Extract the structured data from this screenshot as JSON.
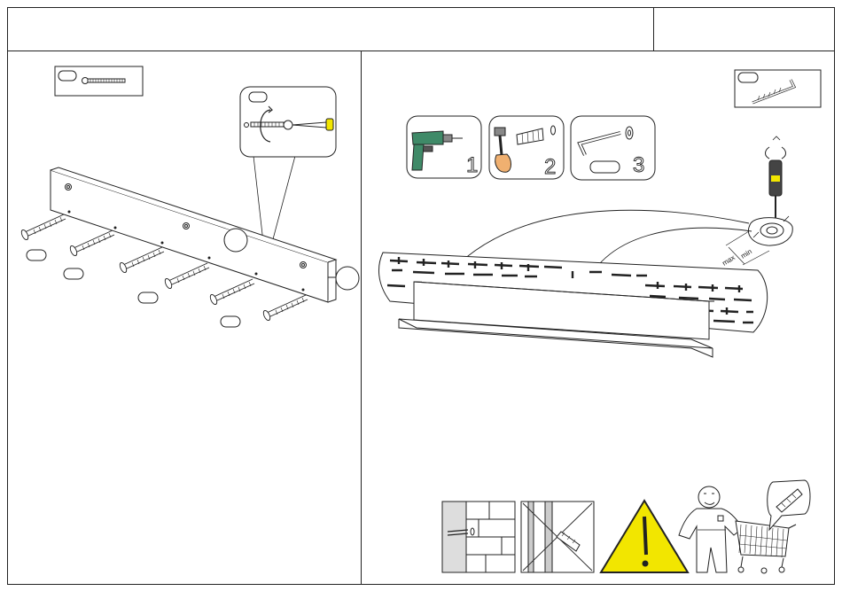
{
  "header": {
    "title": "",
    "page_number": ""
  },
  "left_panel": {
    "fittings": [
      {
        "qty_label": "",
        "icon": "machine-screw-icon"
      }
    ],
    "zoom_callout": {
      "icon": "screwdriver-screw-detail-icon"
    },
    "part_badges": [
      "",
      "",
      "",
      ""
    ]
  },
  "right_panel": {
    "fittings": [
      {
        "qty_label": "",
        "icon": "l-hook-screw-icon"
      }
    ],
    "steps": [
      {
        "number": "1",
        "icon": "power-drill-icon"
      },
      {
        "number": "2",
        "icon": "hammer-wall-plug-icon"
      },
      {
        "number": "3",
        "icon": "hook-screw-plug-icon"
      }
    ],
    "adjuster_labels": {
      "min": "min",
      "max": "max"
    },
    "warnings": [
      {
        "icon": "solid-wall-anchor-icon"
      },
      {
        "icon": "hollow-wall-no-icon"
      },
      {
        "icon": "caution-triangle-icon"
      },
      {
        "icon": "store-assistant-icon"
      },
      {
        "icon": "shopping-cart-icon"
      }
    ],
    "colors": {
      "warning_yellow": "#f2e600",
      "line": "#222222"
    }
  }
}
